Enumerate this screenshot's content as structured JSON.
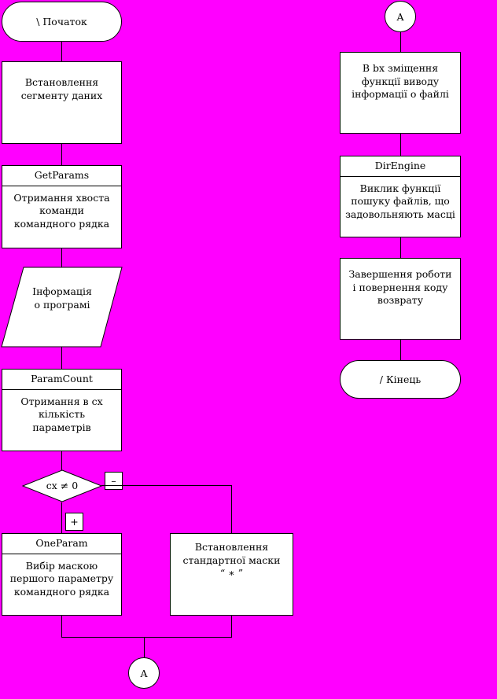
{
  "diagram": {
    "title": "Flowchart",
    "background_color": "#ff00ff",
    "node_fill": "#ffffff",
    "line_color": "#000000"
  },
  "nodes": {
    "start": {
      "label": "\\ Початок"
    },
    "set_data_segment": {
      "body": "Встановлення\nсегменту даних"
    },
    "get_params": {
      "header": "GetParams",
      "body": "Отримання хвоста\nкоманди\nкомандного рядка"
    },
    "program_info": {
      "body": "Інформація\nо програмі"
    },
    "param_count": {
      "header": "ParamCount",
      "body": "Отримання в cx\nкількість\nпараметрів"
    },
    "decision_cx": {
      "condition": "cx ≠ 0",
      "label_false": "–",
      "label_true": "+"
    },
    "one_param": {
      "header": "OneParam",
      "body": "Вибір маскою\nпершого параметру\nкомандного рядка"
    },
    "default_mask": {
      "body": "Встановлення\nстандартної маски\n“ ∗ ”"
    },
    "connector_a_bottom": {
      "label": "A"
    },
    "connector_a_top": {
      "label": "A"
    },
    "bx_offset": {
      "body": "В bx зміщення\nфункції виводу\nінформації о файлі"
    },
    "dir_engine": {
      "header": "DirEngine",
      "body": "Виклик функції\nпошуку файлів, що\nзадовольняють масці"
    },
    "finish_work": {
      "body": "Завершення роботи\nі повернення коду\nвозврату"
    },
    "end": {
      "label": "/ Кінець"
    }
  }
}
